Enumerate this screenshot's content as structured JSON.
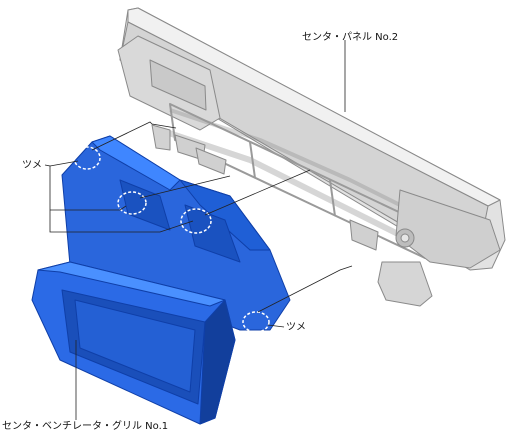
{
  "labels": {
    "center_panel": "センタ・パネル No.2",
    "claw_left": "ツメ",
    "claw_right": "ツメ",
    "grille": "センタ・ベンチレータ・グリル No.1"
  },
  "colors": {
    "panel_fill": "#dcdcdc",
    "panel_edge": "#8a8a8a",
    "grille_fill": "#1f5fd6",
    "grille_dark": "#0f3fa8",
    "grille_light": "#3f86ff",
    "leader": "#222222"
  }
}
